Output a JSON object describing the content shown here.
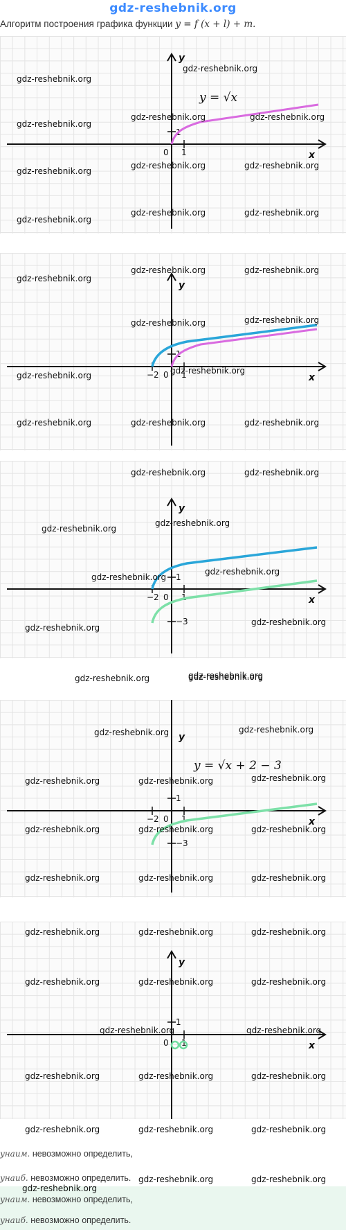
{
  "site": {
    "header": "gdz-reshebnik.org",
    "watermark": "gdz-reshebnik.org"
  },
  "intro": {
    "text": "Алгоритм построения графика функции",
    "formula": "y = f (x + l) + m."
  },
  "labels": {
    "x": "x",
    "y": "y",
    "zero": "0",
    "one_x": "1",
    "one_y": "1",
    "minus_two": "−2",
    "minus_three": "−3"
  },
  "formulas": {
    "panel1": "y = √x",
    "panel4": "y = √x + 2 − 3"
  },
  "curves": {
    "sqrt": {
      "color": "#d96be0",
      "function": "y = √x"
    },
    "shifted_left": {
      "color": "#2aa6d9",
      "function": "y = √(x+2)"
    },
    "shifted_down": {
      "color": "#7de0a8",
      "function": "y = √(x+2) − 3"
    },
    "circle_marker": {
      "color": "#6fdc9f"
    }
  },
  "answers": [
    {
      "var": "yнаим.",
      "text": "невозможно определить,"
    },
    {
      "var": "yнаиб.",
      "text": "невозможно определить."
    },
    {
      "var": "yнаим.",
      "text": "невозможно определить,"
    },
    {
      "var": "yнаиб.",
      "text": "невозможно определить."
    }
  ]
}
